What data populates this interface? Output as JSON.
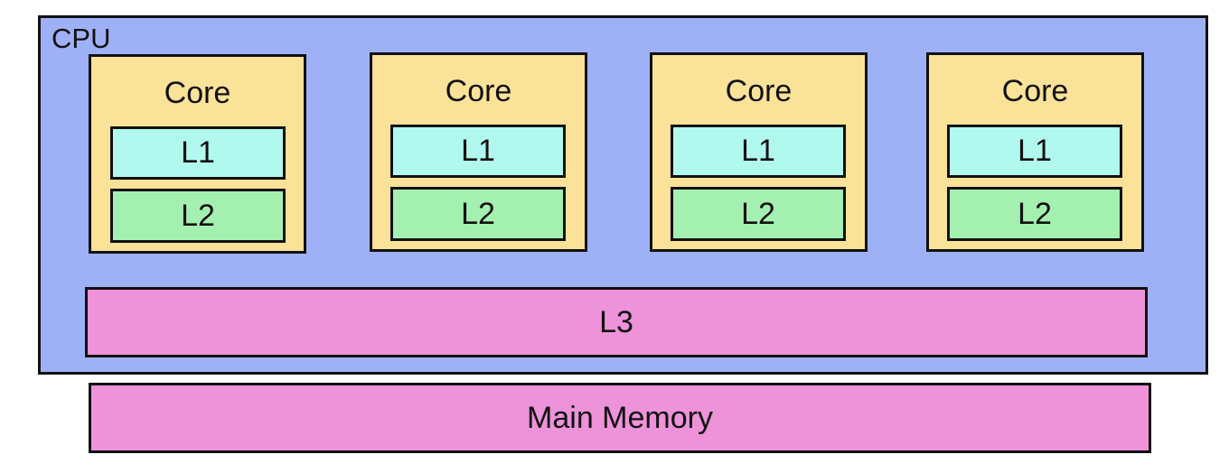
{
  "cpu": {
    "label": "CPU",
    "cores": [
      {
        "label": "Core",
        "l1": "L1",
        "l2": "L2"
      },
      {
        "label": "Core",
        "l1": "L1",
        "l2": "L2"
      },
      {
        "label": "Core",
        "l1": "L1",
        "l2": "L2"
      },
      {
        "label": "Core",
        "l1": "L1",
        "l2": "L2"
      }
    ],
    "l3": "L3"
  },
  "main_memory": "Main Memory",
  "colors": {
    "cpu": "#9fb1f6",
    "core": "#fbe299",
    "l1": "#b1f9ef",
    "l2": "#a4f0b0",
    "l3": "#ee92da",
    "main_memory": "#ee92da"
  }
}
